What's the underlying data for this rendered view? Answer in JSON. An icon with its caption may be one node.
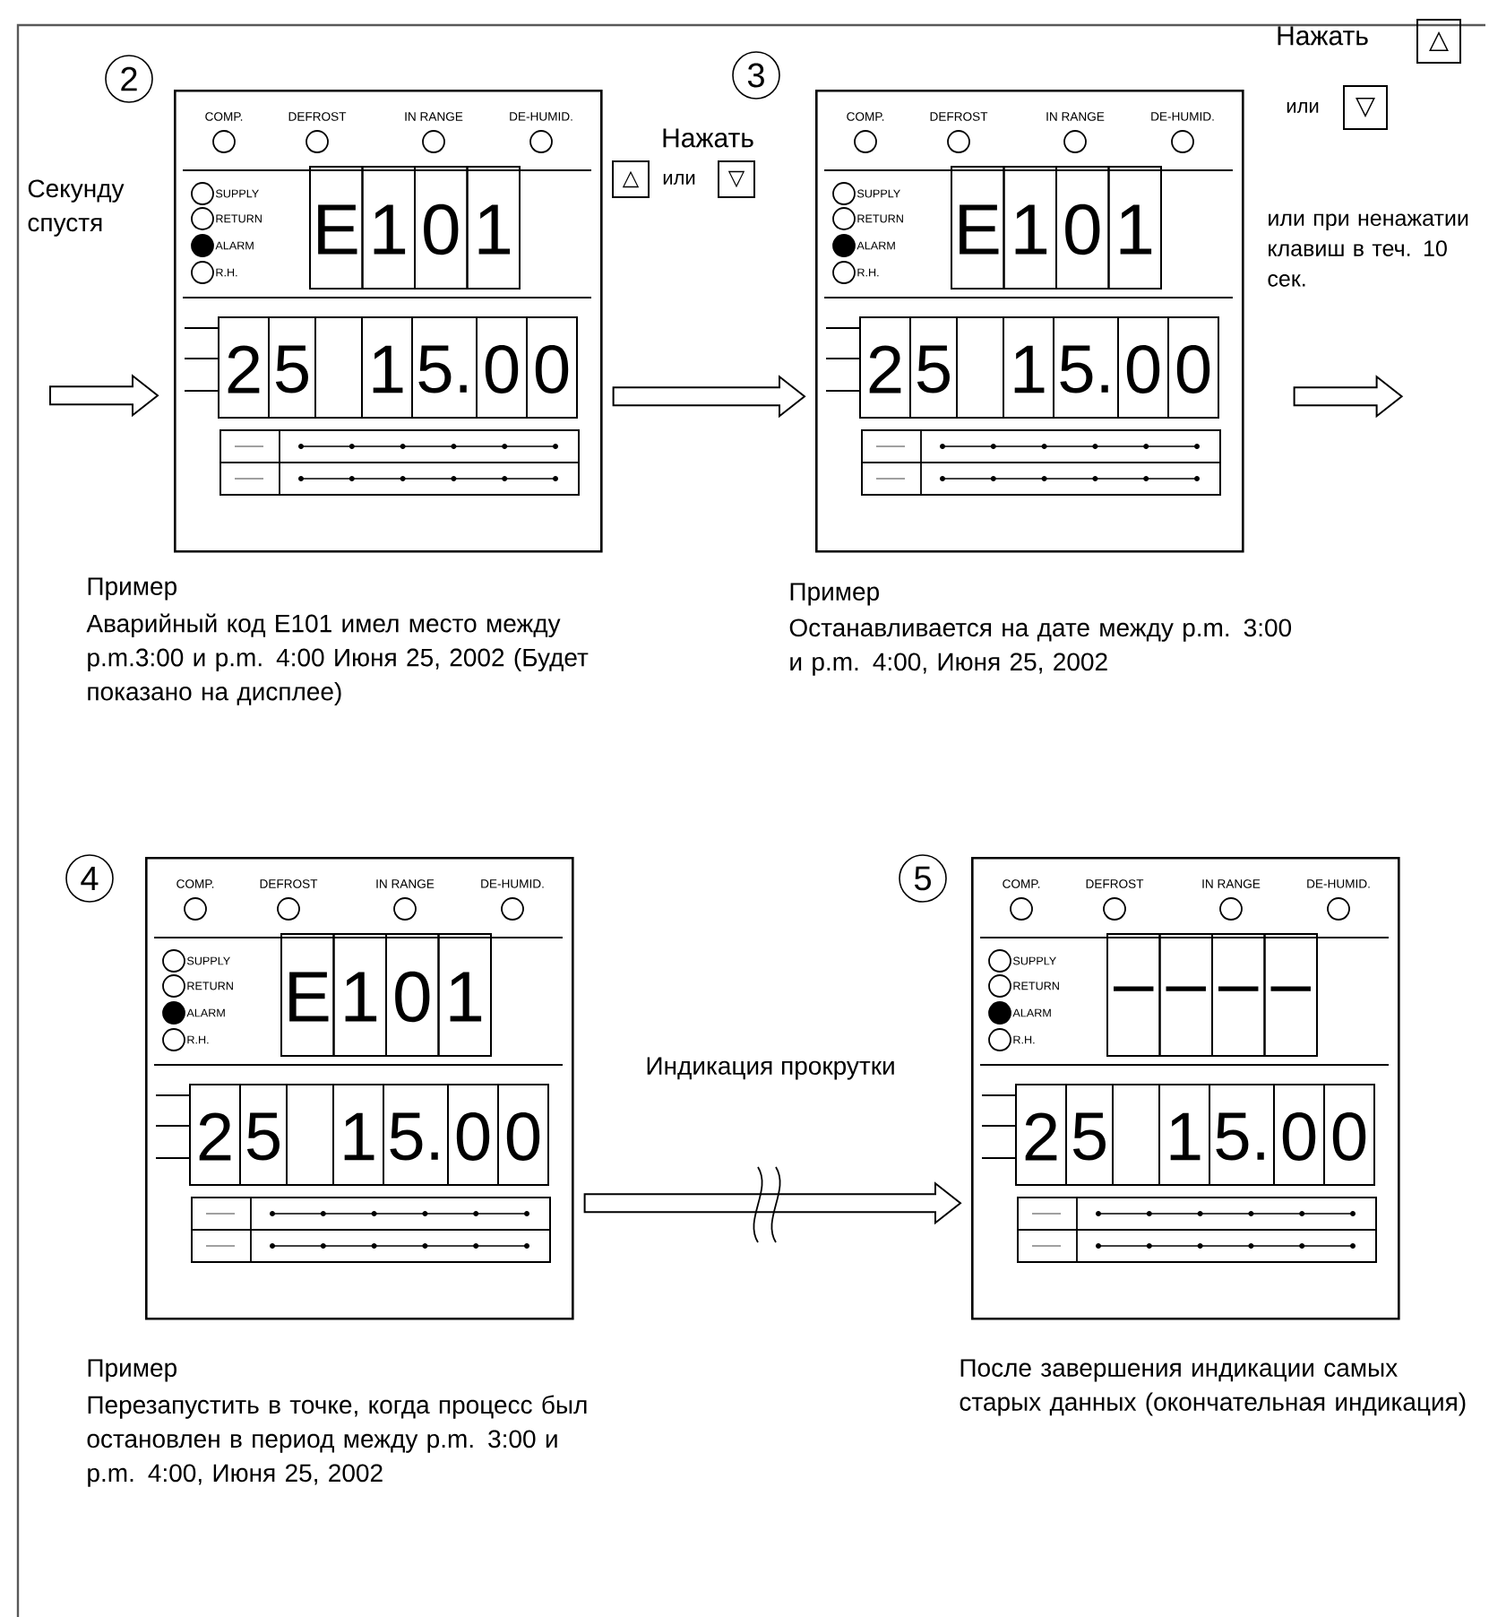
{
  "diagram": {
    "nodes": [
      {
        "text": [
          "2",
          "COMP.",
          "DEFROST",
          "IN RANGE",
          "DE-HUMID.",
          "SUPPLY",
          "RETURN",
          "ALARM",
          "R.H.",
          "E",
          "1",
          "0",
          "1",
          "2",
          "5",
          "1",
          "5.",
          "0",
          "0"
        ],
        "beside": [
          "Пример",
          "Аварийный код E101 имел место между p.m.3:00 и p.m. 4:00 Июня 25, 2002 (Будет показано на дисплее)"
        ]
      },
      {
        "text": [
          "3",
          "COMP.",
          "DEFROST",
          "IN RANGE",
          "DE-HUMID.",
          "SUPPLY",
          "RETURN",
          "ALARM",
          "R.H.",
          "E",
          "1",
          "0",
          "1",
          "2",
          "5",
          "1",
          "5.",
          "0",
          "0"
        ],
        "beside": [
          "Пример",
          "Останавливается на дате между p.m. 3:00 и p.m. 4:00, Июня 25, 2002"
        ]
      },
      {
        "text": [
          "4",
          "COMP.",
          "DEFROST",
          "IN RANGE",
          "DE-HUMID.",
          "SUPPLY",
          "RETURN",
          "ALARM",
          "R.H.",
          "E",
          "1",
          "0",
          "1",
          "2",
          "5",
          "1",
          "5.",
          "0",
          "0"
        ],
        "beside": [
          "Пример",
          "Перезапустить в точке, когда процесс был остановлен в период между p.m. 3:00 и p.m. 4:00, Июня 25, 2002"
        ]
      },
      {
        "text": [
          "5",
          "COMP.",
          "DEFROST",
          "IN RANGE",
          "DE-HUMID.",
          "SUPPLY",
          "RETURN",
          "ALARM",
          "R.H.",
          "–",
          "–",
          "–",
          "–",
          "2",
          "5",
          "1",
          "5.",
          "0",
          "0"
        ],
        "beside": [
          "После завершения индикации самых старых данных (окончательная индикация)"
        ]
      }
    ],
    "edges": [
      {
        "from": null,
        "to": 0,
        "arrow": "to"
      },
      {
        "from": 0,
        "to": 1,
        "arrow": "to"
      },
      {
        "from": 1,
        "to": null,
        "arrow": "to",
        "label": "или при ненажатии клавиш в теч. 10 сек."
      },
      {
        "from": 2,
        "to": 3,
        "arrow": "to",
        "label": "Индикация прокрутки"
      }
    ],
    "labels": [
      "Секунду спустя",
      "Нажать",
      "△",
      "или",
      "▽",
      "Нажать",
      "△",
      "или",
      "▽"
    ]
  }
}
